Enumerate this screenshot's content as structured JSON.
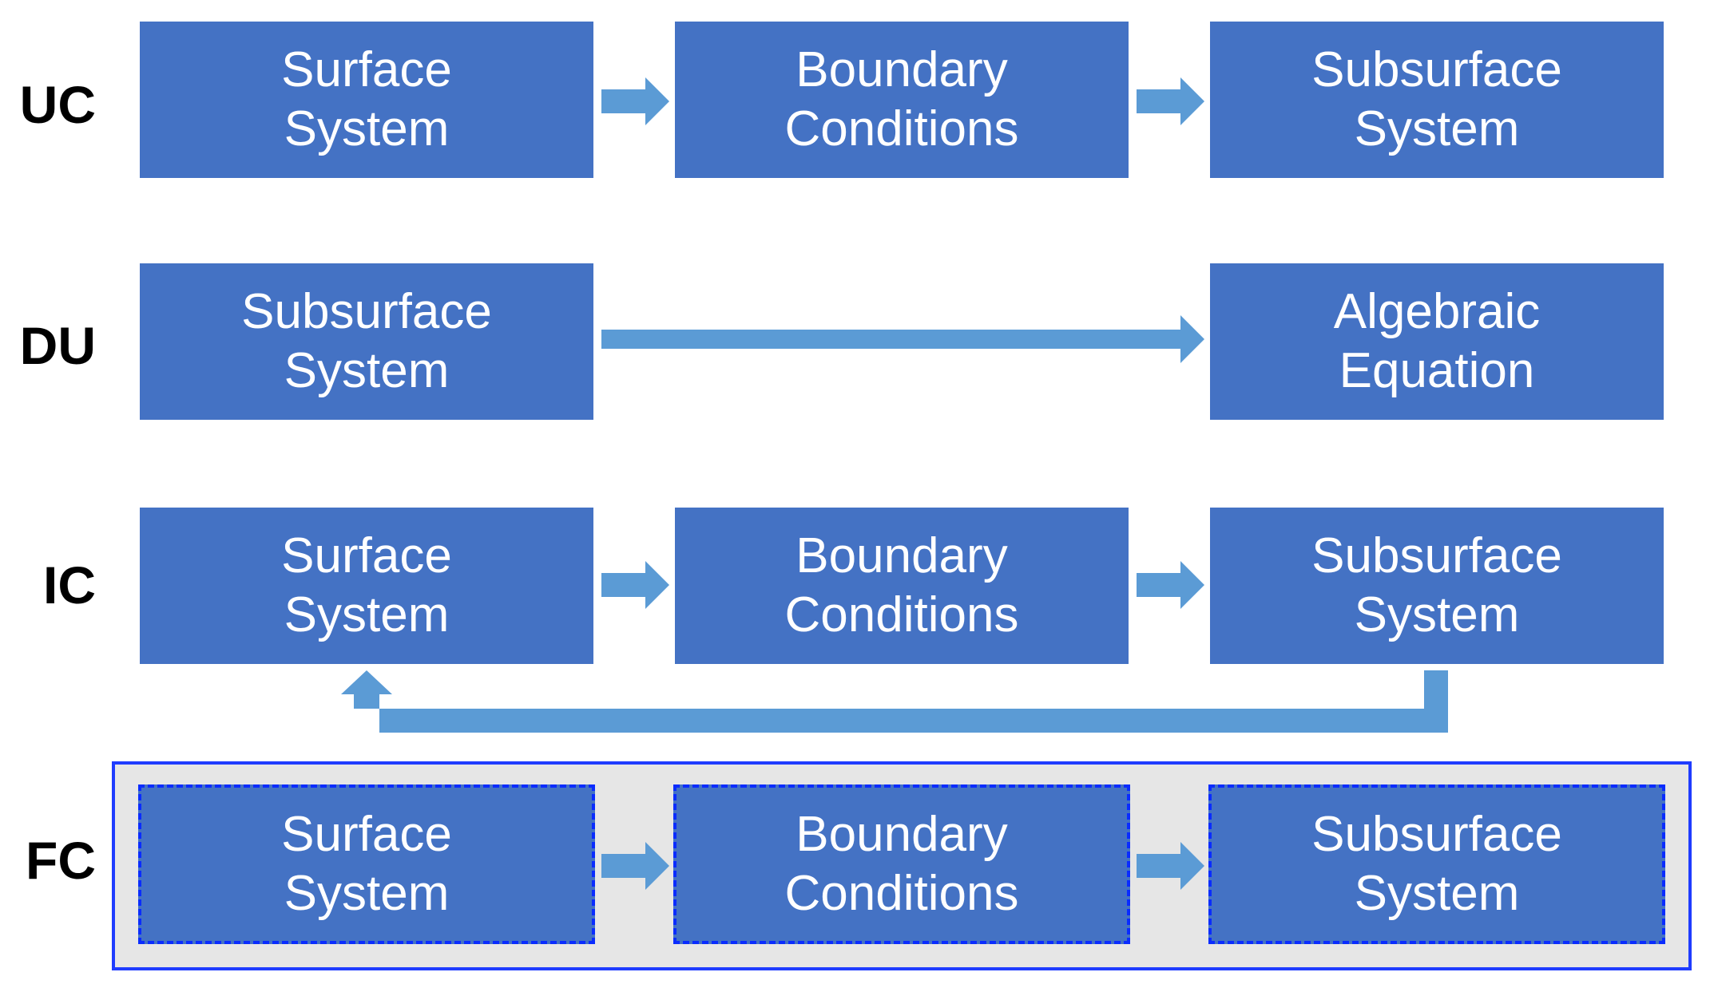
{
  "rows": {
    "uc": {
      "label": "UC",
      "boxes": [
        {
          "line1": "Surface",
          "line2": "System"
        },
        {
          "line1": "Boundary",
          "line2": "Conditions"
        },
        {
          "line1": "Subsurface",
          "line2": "System"
        }
      ]
    },
    "du": {
      "label": "DU",
      "boxes": [
        {
          "line1": "Subsurface",
          "line2": "System"
        },
        {
          "line1": "Algebraic",
          "line2": "Equation"
        }
      ]
    },
    "ic": {
      "label": "IC",
      "boxes": [
        {
          "line1": "Surface",
          "line2": "System"
        },
        {
          "line1": "Boundary",
          "line2": "Conditions"
        },
        {
          "line1": "Subsurface",
          "line2": "System"
        }
      ]
    },
    "fc": {
      "label": "FC",
      "boxes": [
        {
          "line1": "Surface",
          "line2": "System"
        },
        {
          "line1": "Boundary",
          "line2": "Conditions"
        },
        {
          "line1": "Subsurface",
          "line2": "System"
        }
      ]
    }
  },
  "colors": {
    "box_fill": "#4472c4",
    "arrow": "#5b9bd5",
    "panel_fill": "#e6e6e6",
    "panel_border": "#1f3cff",
    "dashed_border": "#0a2cff"
  }
}
